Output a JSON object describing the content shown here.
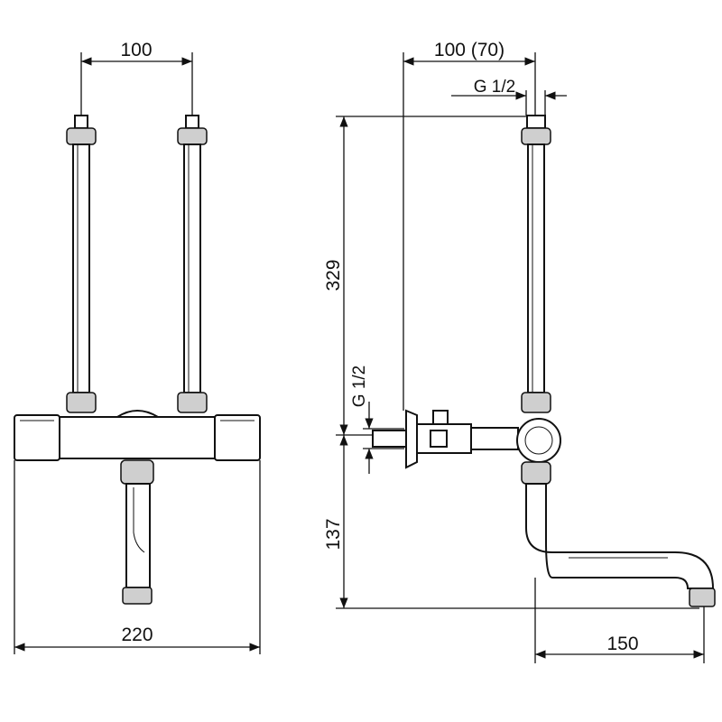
{
  "drawing": {
    "front_view": {
      "pipe_spacing": "100",
      "overall_width": "220"
    },
    "side_view": {
      "wall_offset": "100 (70)",
      "top_thread": "G 1/2",
      "height_upper": "329",
      "inlet_thread": "G 1/2",
      "height_lower": "137",
      "spout_reach": "150"
    }
  }
}
